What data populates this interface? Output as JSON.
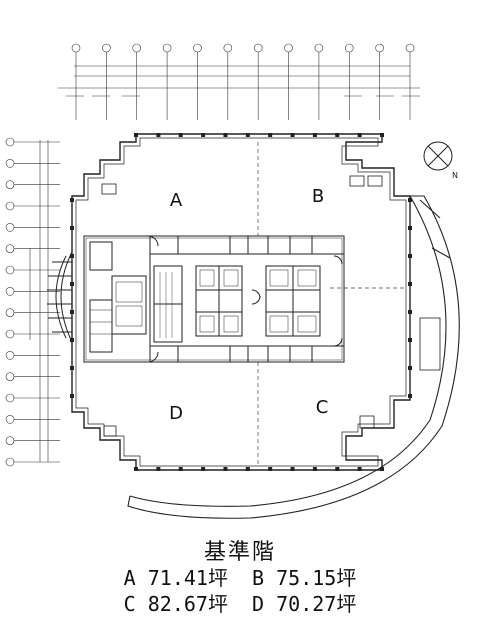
{
  "caption": {
    "title": "基準階",
    "row1": "A 71.41坪  B 75.15坪",
    "row2": "C 82.67坪  D 70.27坪"
  },
  "units": [
    {
      "label": "A"
    },
    {
      "label": "B"
    },
    {
      "label": "C"
    },
    {
      "label": "D"
    }
  ],
  "north_label": "N",
  "top_grid_count": 12,
  "left_grid_count": 16,
  "colors": {
    "ink": "#222222",
    "thin": "#555555",
    "paper": "#ffffff"
  }
}
